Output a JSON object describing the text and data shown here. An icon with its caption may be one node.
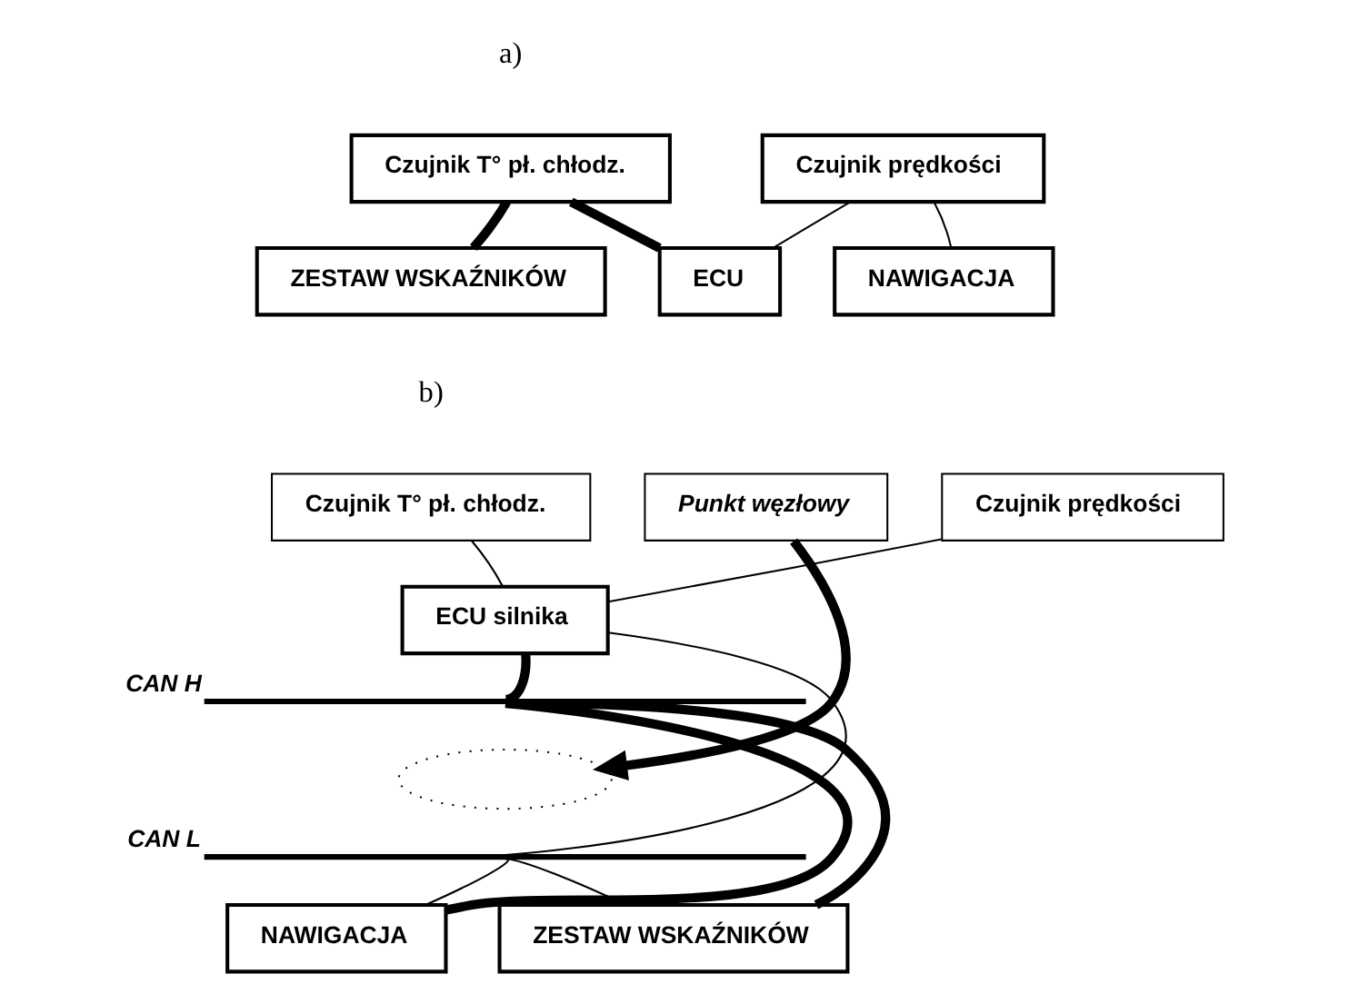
{
  "diagram": {
    "nodes": [
      {
        "text": [
          "Czujnik T° pł. chłodz."
        ]
      },
      {
        "text": [
          "ZESTAW WSKAŹNIKÓW"
        ]
      },
      {
        "text": [
          "ECU"
        ]
      },
      {
        "text": [
          "Czujnik prędkości"
        ]
      },
      {
        "text": [
          "NAWIGACJA"
        ]
      },
      {
        "text": [
          "Czujnik T° pł. chłodz."
        ]
      },
      {
        "text": [
          "Czujnik prędkości"
        ]
      },
      {
        "text": [
          "ECU silnika"
        ]
      },
      {
        "text": [
          "Punkt węzłowy"
        ]
      },
      {
        "text": [],
        "shape": "bar",
        "beside": [
          "CAN H"
        ]
      },
      {
        "text": [],
        "shape": "bar",
        "beside": [
          "CAN L"
        ]
      },
      {
        "text": [],
        "shape": "ellipse"
      },
      {
        "text": [
          "NAWIGACJA"
        ]
      },
      {
        "text": [
          "ZESTAW WSKAŹNIKÓW"
        ]
      }
    ],
    "edges": [
      {
        "from": 0,
        "to": 1,
        "arrow": "none",
        "style": "thick"
      },
      {
        "from": 0,
        "to": 2,
        "arrow": "none",
        "style": "thick"
      },
      {
        "from": 3,
        "to": 2,
        "arrow": "none"
      },
      {
        "from": 3,
        "to": 4,
        "arrow": "none"
      },
      {
        "from": 5,
        "to": 7,
        "arrow": "none"
      },
      {
        "from": 6,
        "to": 7,
        "arrow": "none"
      },
      {
        "from": 7,
        "to": 9,
        "arrow": "none",
        "style": "thick"
      },
      {
        "from": 7,
        "to": 10,
        "arrow": "none"
      },
      {
        "from": 8,
        "to": 11,
        "arrow": "to",
        "style": "thick"
      },
      {
        "from": 12,
        "to": 9,
        "arrow": "none",
        "style": "thick"
      },
      {
        "from": 12,
        "to": 10,
        "arrow": "none"
      },
      {
        "from": 13,
        "to": 9,
        "arrow": "none",
        "style": "thick"
      },
      {
        "from": 13,
        "to": 10,
        "arrow": "none"
      }
    ],
    "labels": [
      "a)",
      "b)"
    ]
  }
}
